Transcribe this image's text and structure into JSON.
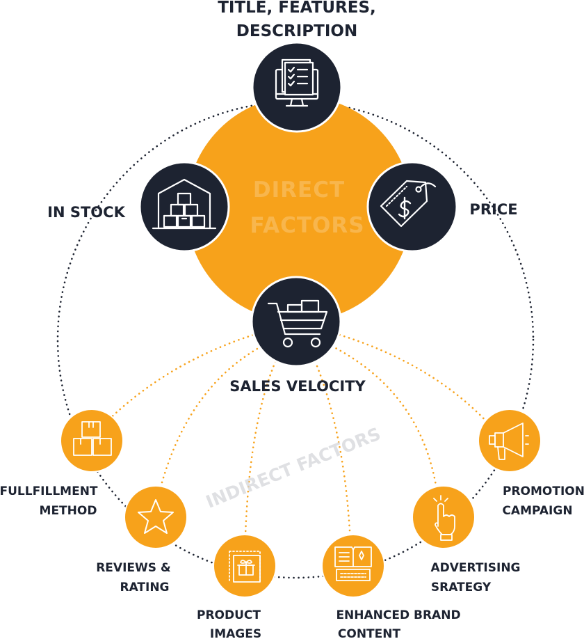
{
  "center": {
    "line1": "DIRECT",
    "line2": "FACTORS",
    "color": "#f7a21b"
  },
  "indirect_label": "INDIRECT FACTORS",
  "colors": {
    "dark": "#1d2331",
    "orange": "#f7a21b",
    "dotted_outer": "#1d2331",
    "dotted_inner": "#f7a21b"
  },
  "direct_factors": [
    {
      "id": "title",
      "icon": "document-checklist-icon",
      "label_lines": [
        "TITLE, FEATURES,",
        "DESCRIPTION"
      ]
    },
    {
      "id": "stock",
      "icon": "warehouse-boxes-icon",
      "label_lines": [
        "IN STOCK"
      ]
    },
    {
      "id": "price",
      "icon": "price-tag-icon",
      "label_lines": [
        "PRICE"
      ]
    },
    {
      "id": "velocity",
      "icon": "shopping-cart-icon",
      "label_lines": [
        "SALES VELOCITY"
      ]
    }
  ],
  "indirect_factors": [
    {
      "id": "fulfillment",
      "icon": "stacked-boxes-icon",
      "label_lines": [
        "FULLFILLMENT",
        "METHOD"
      ]
    },
    {
      "id": "reviews",
      "icon": "star-icon",
      "label_lines": [
        "REVIEWS &",
        "RATING"
      ]
    },
    {
      "id": "images",
      "icon": "gift-frame-icon",
      "label_lines": [
        "PRODUCT",
        "IMAGES"
      ]
    },
    {
      "id": "brand",
      "icon": "book-keyboard-icon",
      "label_lines": [
        "ENHANCED BRAND",
        "CONTENT"
      ]
    },
    {
      "id": "advertising",
      "icon": "touch-hand-icon",
      "label_lines": [
        "ADVERTISING",
        "SRATEGY"
      ]
    },
    {
      "id": "promotion",
      "icon": "megaphone-icon",
      "label_lines": [
        "PROMOTION",
        "CAMPAIGN"
      ]
    }
  ]
}
